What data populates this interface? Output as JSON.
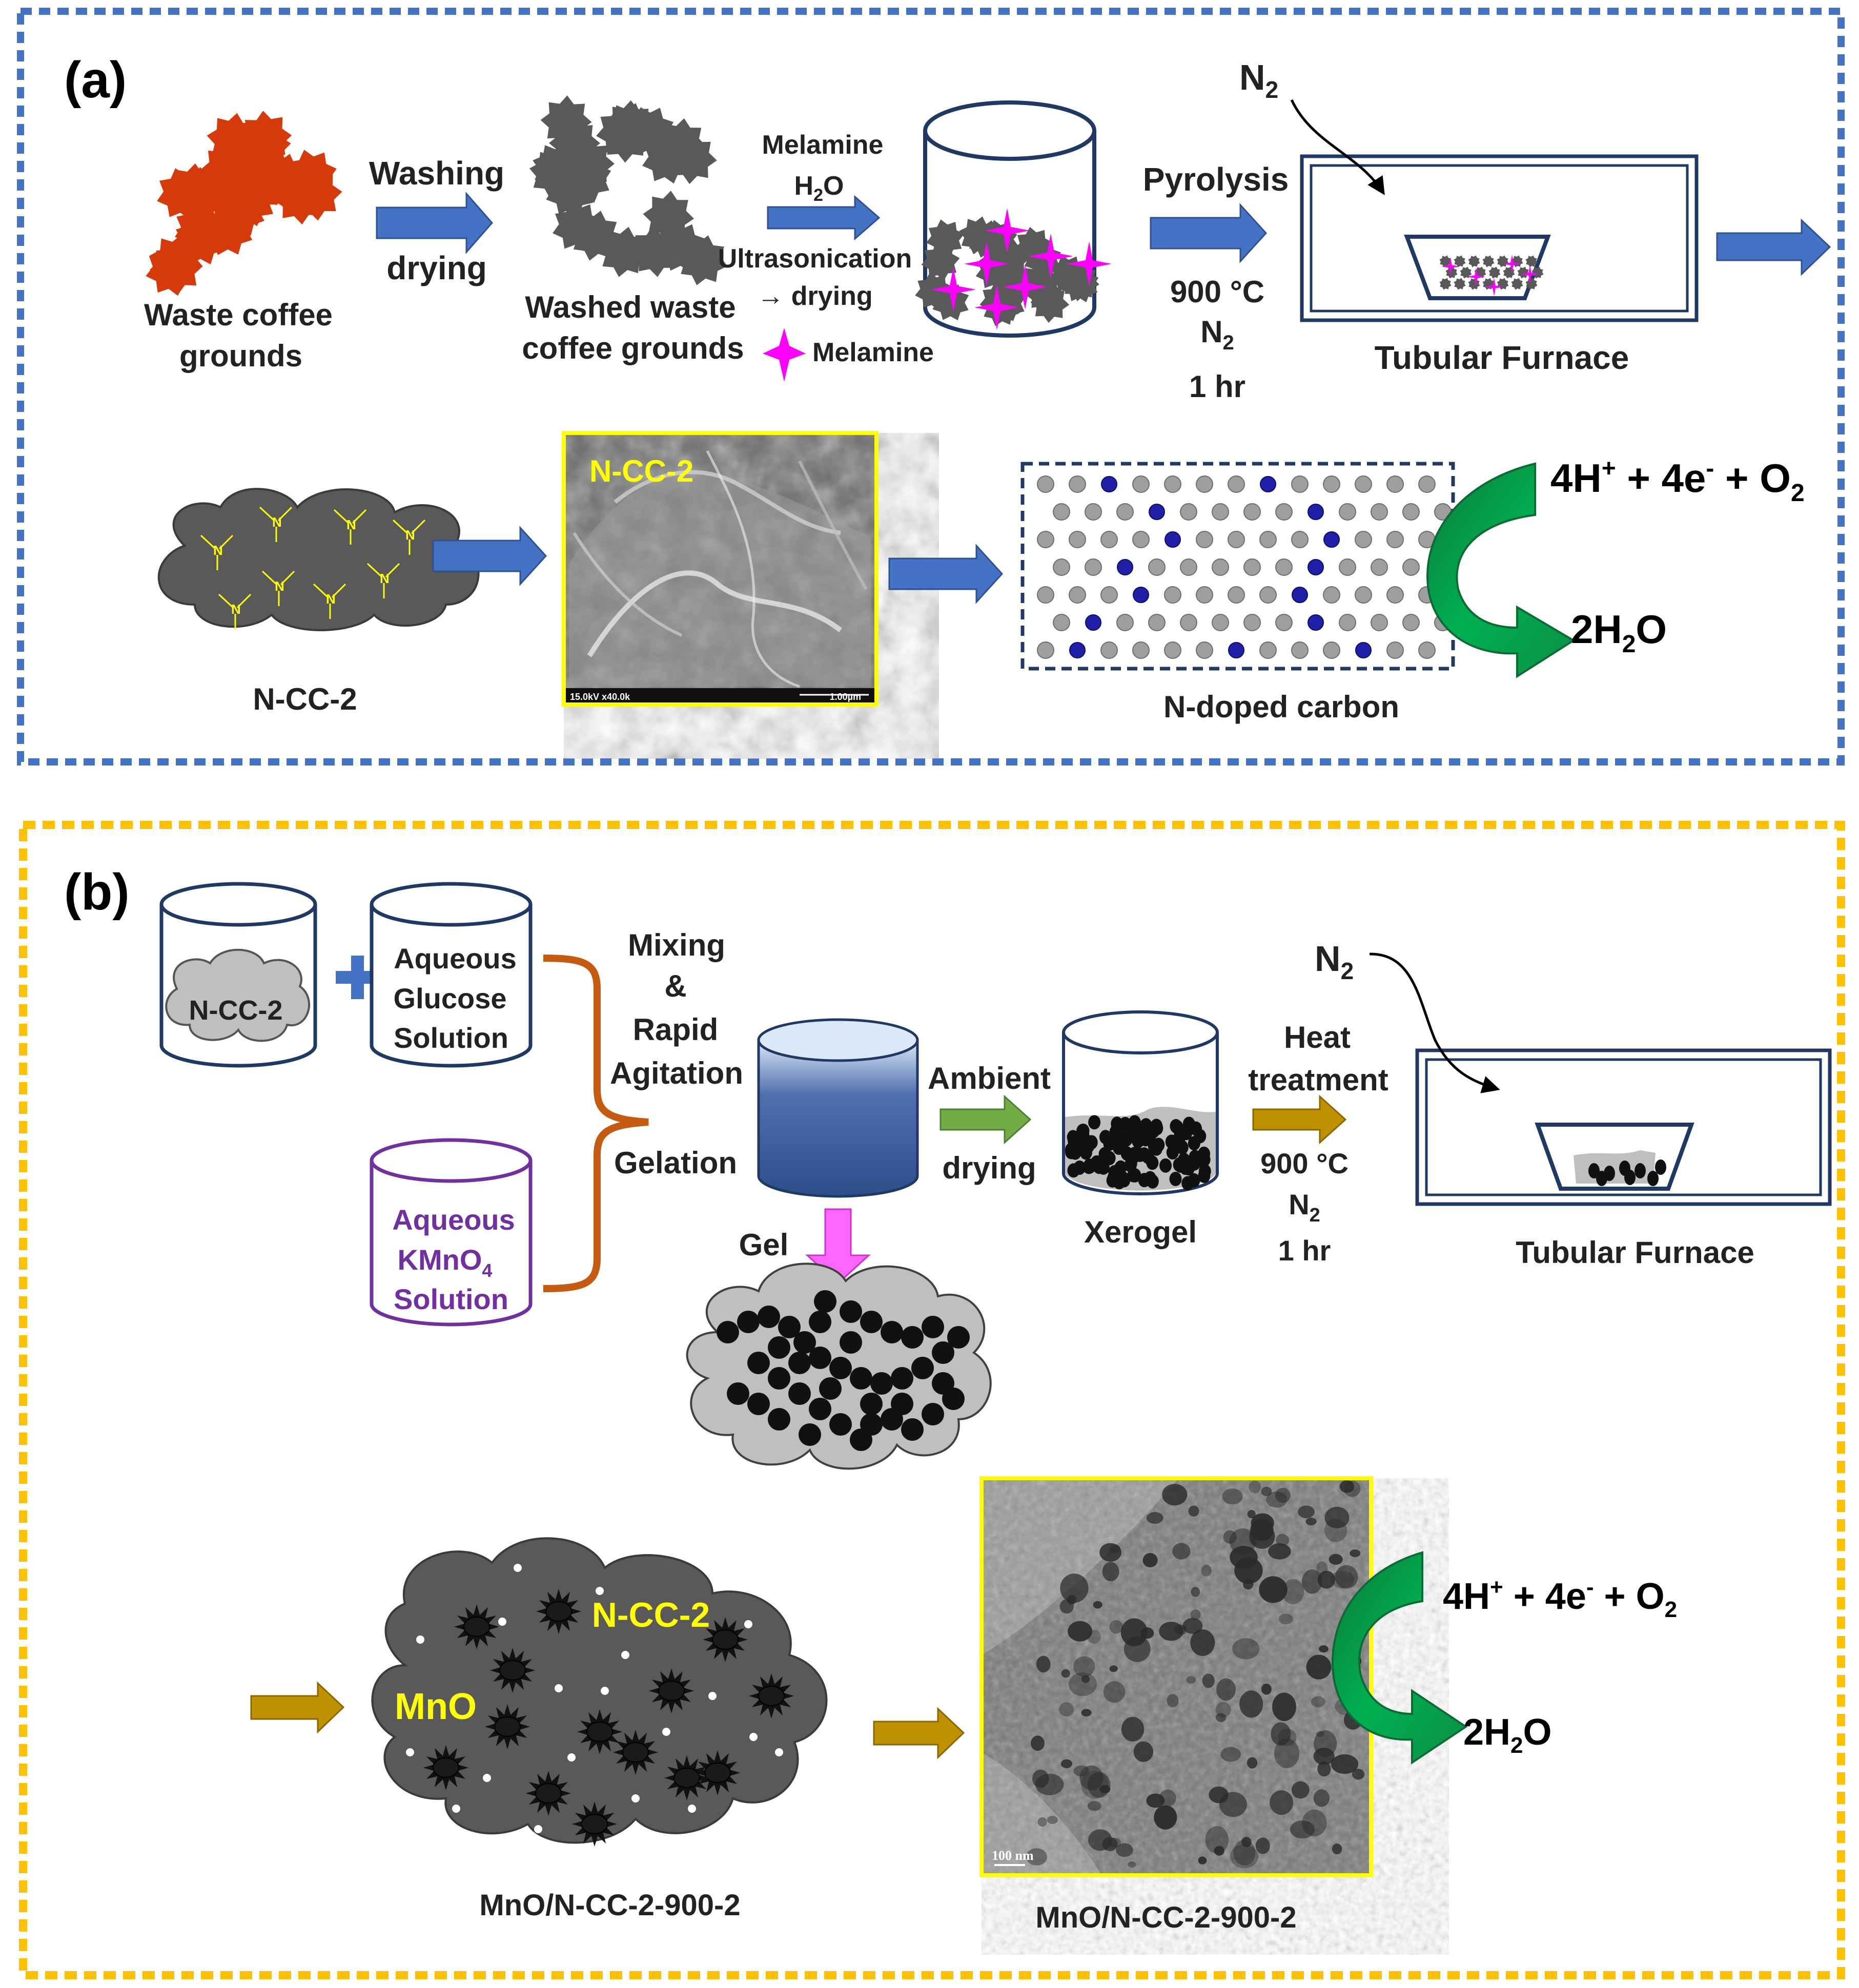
{
  "panel_a": {
    "label": "(a)",
    "waste_label_1": "Waste coffee",
    "waste_label_2": "grounds",
    "step_washing": "Washing",
    "step_drying": "drying",
    "washed_label_1": "Washed waste",
    "washed_label_2": "coffee grounds",
    "melamine_top": "Melamine",
    "h2o_h": "H",
    "h2o_sub": "2",
    "h2o_o": "O",
    "ultrasonication": "Ultrasonication",
    "arrow_drying": "→ drying",
    "legend_melamine": "Melamine",
    "pyrolysis": "Pyrolysis",
    "temp": "900 °C",
    "n2_n": "N",
    "n2_sub": "2",
    "time": "1 hr",
    "furnace_n2_n": "N",
    "furnace_n2_sub": "2",
    "furnace_label": "Tubular Furnace",
    "ncc_label": "N-CC-2",
    "ncc_mark": "N",
    "sem_label": "N-CC-2",
    "sem_info": "15.0kV x40.0k",
    "sem_scale": "1.00µm",
    "ndoped_label": "N-doped carbon",
    "reactant_4h": "4H",
    "reactant_plus_sup": "+",
    "reactant_4e": " + 4e",
    "reactant_minus_sup": "-",
    "reactant_o2": " + O",
    "reactant_o2_sub": "2",
    "product_2h": "2H",
    "product_sub": "2",
    "product_o": "O"
  },
  "panel_b": {
    "label": "(b)",
    "ncc_in_beaker": "N-CC-2",
    "glucose_1": "Aqueous",
    "glucose_2": "Glucose",
    "glucose_3": "Solution",
    "kmno4_1": "Aqueous",
    "kmno4_2": "KMnO",
    "kmno4_sub": "4",
    "kmno4_3": "Solution",
    "mixing": "Mixing",
    "amp": "&",
    "rapid": "Rapid",
    "agitation": "Agitation",
    "gelation": "Gelation",
    "gel": "Gel",
    "ambient": "Ambient",
    "drying": "drying",
    "xerogel": "Xerogel",
    "heat": "Heat",
    "treatment": "treatment",
    "temp": "900 °C",
    "n2_n": "N",
    "n2_sub": "2",
    "time": "1 hr",
    "furnace_n2_n": "N",
    "furnace_n2_sub": "2",
    "furnace_label": "Tubular Furnace",
    "cloud_ncc": "N-CC-2",
    "cloud_mno": "MnO",
    "composite_label": "MnO/N-CC-2-900-2",
    "tem_scale": "100 nm",
    "tem_label": "MnO/N-CC-2-900-2",
    "reactant_4h": "4H",
    "reactant_plus_sup": "+",
    "reactant_4e": " + 4e",
    "reactant_minus_sup": "-",
    "reactant_o2": " + O",
    "reactant_o2_sub": "2",
    "product_2h": "2H",
    "product_sub": "2",
    "product_o": "O"
  },
  "colors": {
    "panel_a_border": "#4472C4",
    "panel_b_border": "#FFC000",
    "coffee_raw": "#D63A0A",
    "coffee_washed": "#595959",
    "melamine": "#FF00FF",
    "arrow_blue": "#4472C4",
    "arrow_green": "#70AD47",
    "arrow_gold": "#BF9000",
    "arrow_pink": "#FF66FF",
    "orr_green": "#00A651",
    "nitrogen_atom": "#1F1FA8",
    "carbon_atom": "#9E9E9E",
    "kmno4_purple": "#7030A0",
    "bracket_orange": "#C55A11",
    "gel_blue": "#2E4E8A",
    "label_yellow": "#FFFF00"
  }
}
